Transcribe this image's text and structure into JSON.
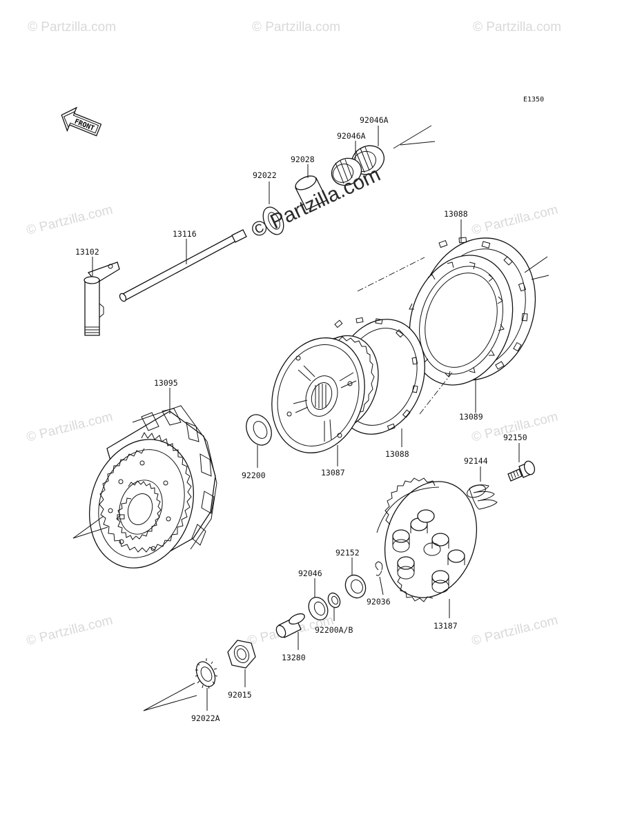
{
  "diagram": {
    "code": "E1350",
    "front_label": "FRONT",
    "watermark_text": "© Partzilla.com",
    "center_watermark": "© Partzilla.com",
    "parts": {
      "p92046A_top": "92046A",
      "p92046A_mid": "92046A",
      "p92028": "92028",
      "p92022": "92022",
      "p13116": "13116",
      "p13102": "13102",
      "p13088_top": "13088",
      "p13095": "13095",
      "p13089": "13089",
      "p92150": "92150",
      "p13088_mid": "13088",
      "p92144": "92144",
      "p92200": "92200",
      "p13087": "13087",
      "p92152": "92152",
      "p92046": "92046",
      "p92036": "92036",
      "p13187": "13187",
      "p92200AB": "92200A/B",
      "p13280": "13280",
      "p92015": "92015",
      "p92022A": "92022A"
    }
  }
}
